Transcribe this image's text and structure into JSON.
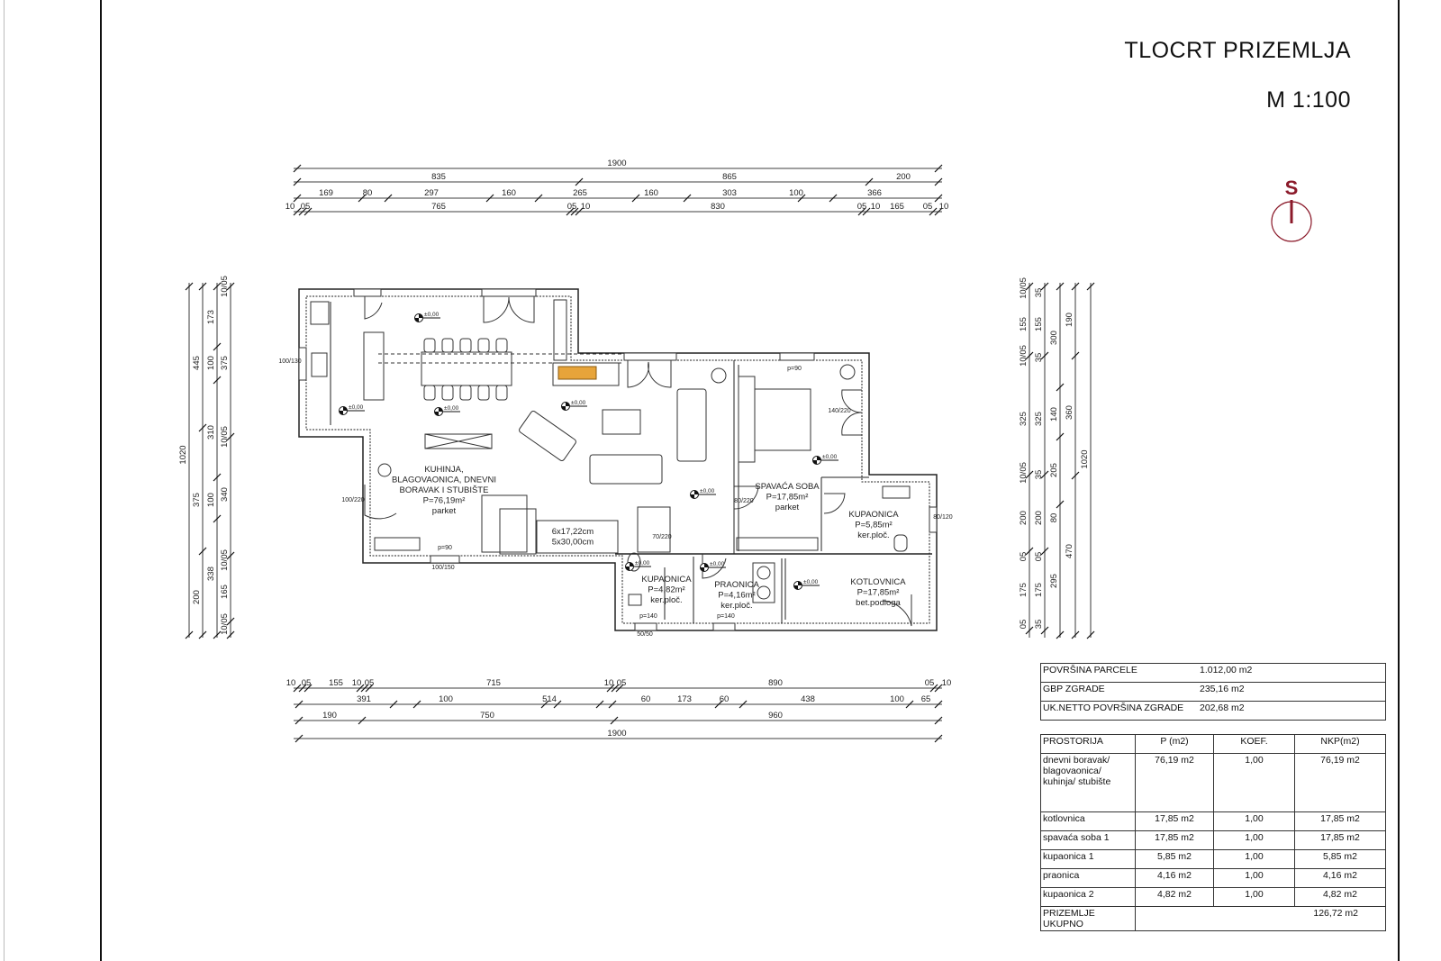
{
  "sheet": {
    "title": "TLOCRT PRIZEMLJA",
    "scale": "M 1:100",
    "north_label": "S",
    "accent": "#8b1a2a"
  },
  "dims": {
    "top": [
      [
        "1900"
      ],
      [
        "835",
        "865",
        "200"
      ],
      [
        "169",
        "80",
        "297",
        "160",
        "265",
        "160",
        "303",
        "100",
        "366"
      ],
      [
        "10",
        "05",
        "765",
        "05",
        "10",
        "830",
        "05",
        "10",
        "165",
        "05",
        "10"
      ]
    ],
    "bottom": [
      [
        "10",
        "05",
        "155",
        "10",
        "05",
        "715",
        "10",
        "05",
        "890",
        "05",
        "10"
      ],
      [
        "391",
        "100",
        "514",
        "60",
        "173",
        "60",
        "438",
        "100",
        "65"
      ],
      [
        "190",
        "750",
        "960"
      ],
      [
        "1900"
      ]
    ],
    "left": [
      [
        "1020"
      ],
      [
        "445",
        "375",
        "200"
      ],
      [
        "173",
        "100",
        "310",
        "100",
        "338"
      ],
      [
        "10/05",
        "375",
        "10/05",
        "340",
        "10/05",
        "165",
        "10/05"
      ]
    ],
    "right": [
      [
        "10/05",
        "155",
        "10/05",
        "325",
        "10/05",
        "200",
        "05",
        "175",
        "05"
      ],
      [
        "35",
        "155",
        "35",
        "325",
        "35",
        "200",
        "05",
        "175",
        "35"
      ],
      [
        "300",
        "140",
        "205",
        "80",
        "295"
      ],
      [
        "190",
        "360",
        "470"
      ],
      [
        "1020"
      ]
    ]
  },
  "rooms": {
    "living": [
      "KUHINJA,",
      "BLAGOVAONICA, DNEVNI",
      "BORAVAK I STUBIŠTE",
      "P=76,19m²",
      "parket"
    ],
    "bedroom": [
      "SPAVAĆA SOBA",
      "P=17,85m²",
      "parket"
    ],
    "bath1": [
      "KUPAONICA",
      "P=5,85m²",
      "ker.ploč."
    ],
    "bath2": [
      "KUPAONICA",
      "P=4,82m²",
      "ker.ploč."
    ],
    "laundry": [
      "PRAONICA",
      "P=4,16m²",
      "ker.ploč."
    ],
    "boiler": [
      "KOTLOVNICA",
      "P=17,85m²",
      "bet.podloga"
    ],
    "stairs": [
      "6x17,22cm",
      "5x30,00cm"
    ],
    "level": "±0,00",
    "misc": [
      "p=90",
      "p=90",
      "p=140",
      "p=140",
      "100/130",
      "100/220",
      "80/220",
      "70/220",
      "140/220",
      "80/120",
      "100/150",
      "50/50"
    ]
  },
  "summary": [
    {
      "label": "POVRŠINA PARCELE",
      "value": "1.012,00 m2"
    },
    {
      "label": "GBP ZGRADE",
      "value": "235,16 m2"
    },
    {
      "label": "UK.NETTO POVRŠINA ZGRADE",
      "value": "202,68 m2"
    }
  ],
  "rooms_table": {
    "headers": [
      "PROSTORIJA",
      "P (m2)",
      "KOEF.",
      "NKP(m2)"
    ],
    "rows": [
      [
        "dnevni boravak/ blagovaonica/ kuhinja/ stubište",
        "76,19 m2",
        "1,00",
        "76,19 m2"
      ],
      [
        "kotlovnica",
        "17,85 m2",
        "1,00",
        "17,85 m2"
      ],
      [
        "spavaća soba 1",
        "17,85 m2",
        "1,00",
        "17,85 m2"
      ],
      [
        "kupaonica 1",
        "5,85 m2",
        "1,00",
        "5,85 m2"
      ],
      [
        "praonica",
        "4,16 m2",
        "1,00",
        "4,16 m2"
      ],
      [
        "kupaonica 2",
        "4,82 m2",
        "1,00",
        "4,82 m2"
      ]
    ],
    "total_label": "PRIZEMLJE UKUPNO",
    "total_value": "126,72 m2"
  }
}
